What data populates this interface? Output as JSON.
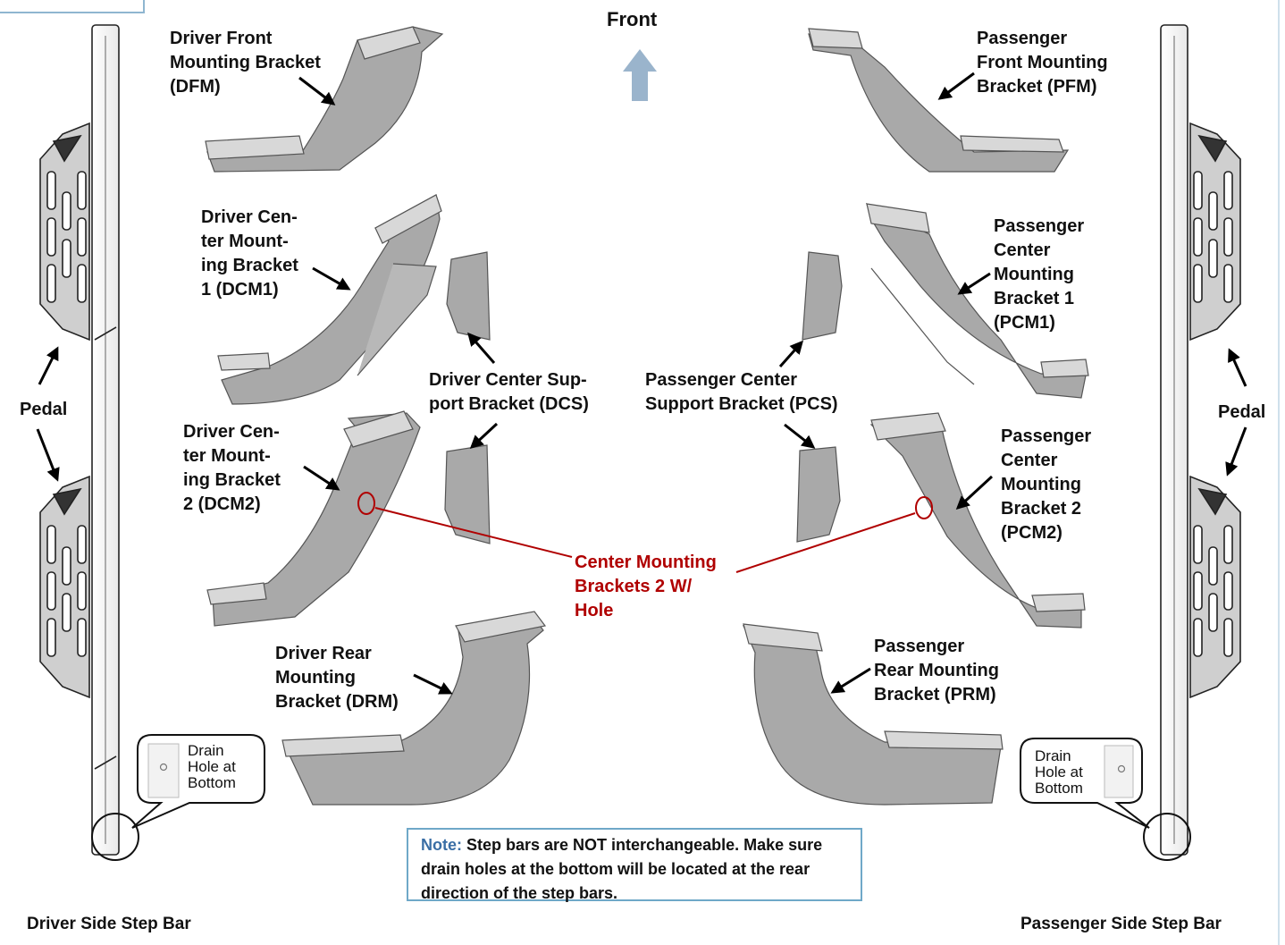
{
  "front_label": "Front",
  "brackets": {
    "dfm": "Driver Front\nMounting Bracket\n(DFM)",
    "pfm": "Passenger\nFront Mounting\nBracket (PFM)",
    "dcm1": "Driver Cen-\nter Mount-\ning Bracket\n1  (DCM1)",
    "pcm1": "Passenger\nCenter\nMounting\nBracket 1\n(PCM1)",
    "dcs": "Driver Center Sup-\nport Bracket (DCS)",
    "pcs": "Passenger Center\nSupport Bracket (PCS)",
    "dcm2": "Driver Cen-\nter Mount-\ning Bracket\n2  (DCM2)",
    "pcm2": "Passenger\nCenter\nMounting\nBracket 2\n(PCM2)",
    "drm": "Driver Rear\nMounting\nBracket (DRM)",
    "prm": "Passenger\nRear Mounting\nBracket (PRM)"
  },
  "callout_center": "Center Mounting\nBrackets 2 W/\nHole",
  "pedal_left": "Pedal",
  "pedal_right": "Pedal",
  "drain_left": "Drain\nHole at\nBottom",
  "drain_right": "Drain\nHole at\nBottom",
  "note": {
    "label": "Note:",
    "text": " Step bars are NOT interchangeable. Make sure drain holes at the bottom will be located at the rear direction of the step bars."
  },
  "driver_bar_label": "Driver Side Step Bar",
  "passenger_bar_label": "Passenger Side Step Bar",
  "colors": {
    "accent_red": "#b00000",
    "bracket_gray": "#a9a9a9",
    "front_arrow": "#9ab4cc",
    "note_border": "#6fa8c8"
  }
}
